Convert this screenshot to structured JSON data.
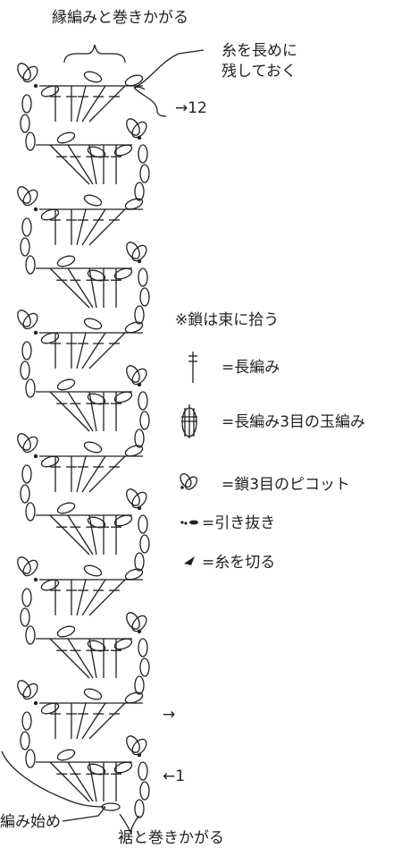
{
  "labels": {
    "top_title": "縁編みと巻きかがる",
    "leave_long_thread_line1": "糸を長めに",
    "leave_long_thread_line2": "残しておく",
    "row_12": "→12",
    "row_direction_arrow": "→",
    "row_1": "←1",
    "start": "編み始め",
    "bottom_title": "裾と巻きかがる"
  },
  "legend": {
    "note": "※鎖は束に拾う",
    "items": [
      {
        "symbol": "double-crochet-icon",
        "text": "=長編み"
      },
      {
        "symbol": "puff-stitch-icon",
        "text": "=長編み3目の玉編み"
      },
      {
        "symbol": "picot-icon",
        "text": "=鎖3目のピコット"
      },
      {
        "symbol": "slip-stitch-icon",
        "text": "=引き抜き"
      },
      {
        "symbol": "cut-thread-icon",
        "text": "=糸を切る"
      }
    ]
  },
  "colors": {
    "ink": "#231f20",
    "background": "#ffffff"
  }
}
